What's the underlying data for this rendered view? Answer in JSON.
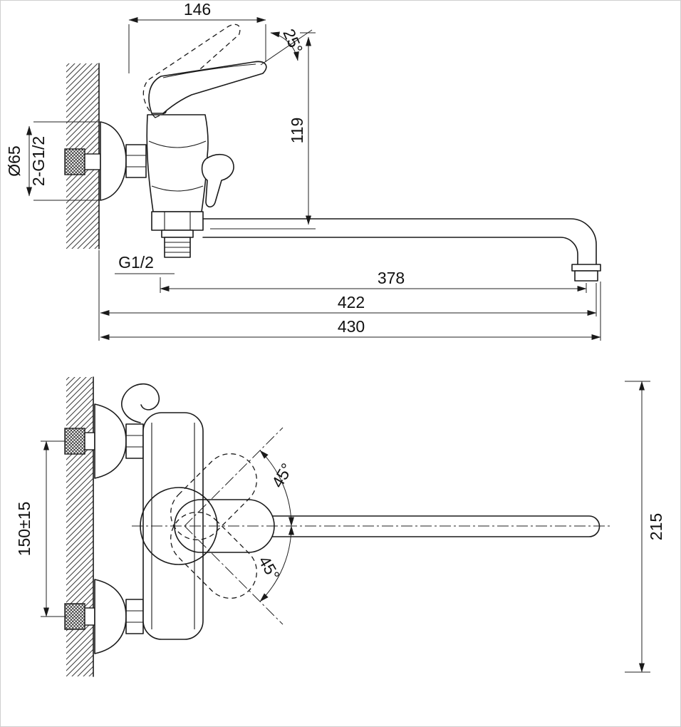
{
  "drawing": {
    "type": "faucet-installation-dimensions",
    "colors": {
      "line": "#1a1a1a",
      "background": "#ffffff",
      "dimension_text": "#111111"
    }
  },
  "views": {
    "side": {
      "labels": {
        "handle_length": "146",
        "handle_angle": "25°",
        "body_height": "119",
        "flange_diameter": "Ø65",
        "wall_connections": "2-G1/2",
        "spout_thread": "G1/2",
        "spout_reach": "378",
        "reach_to_spout_end": "422",
        "overall_reach": "430"
      }
    },
    "front": {
      "labels": {
        "mounting_centers": "150±15",
        "swing_up": "45°",
        "swing_down": "45°",
        "overall_height": "215"
      }
    }
  }
}
